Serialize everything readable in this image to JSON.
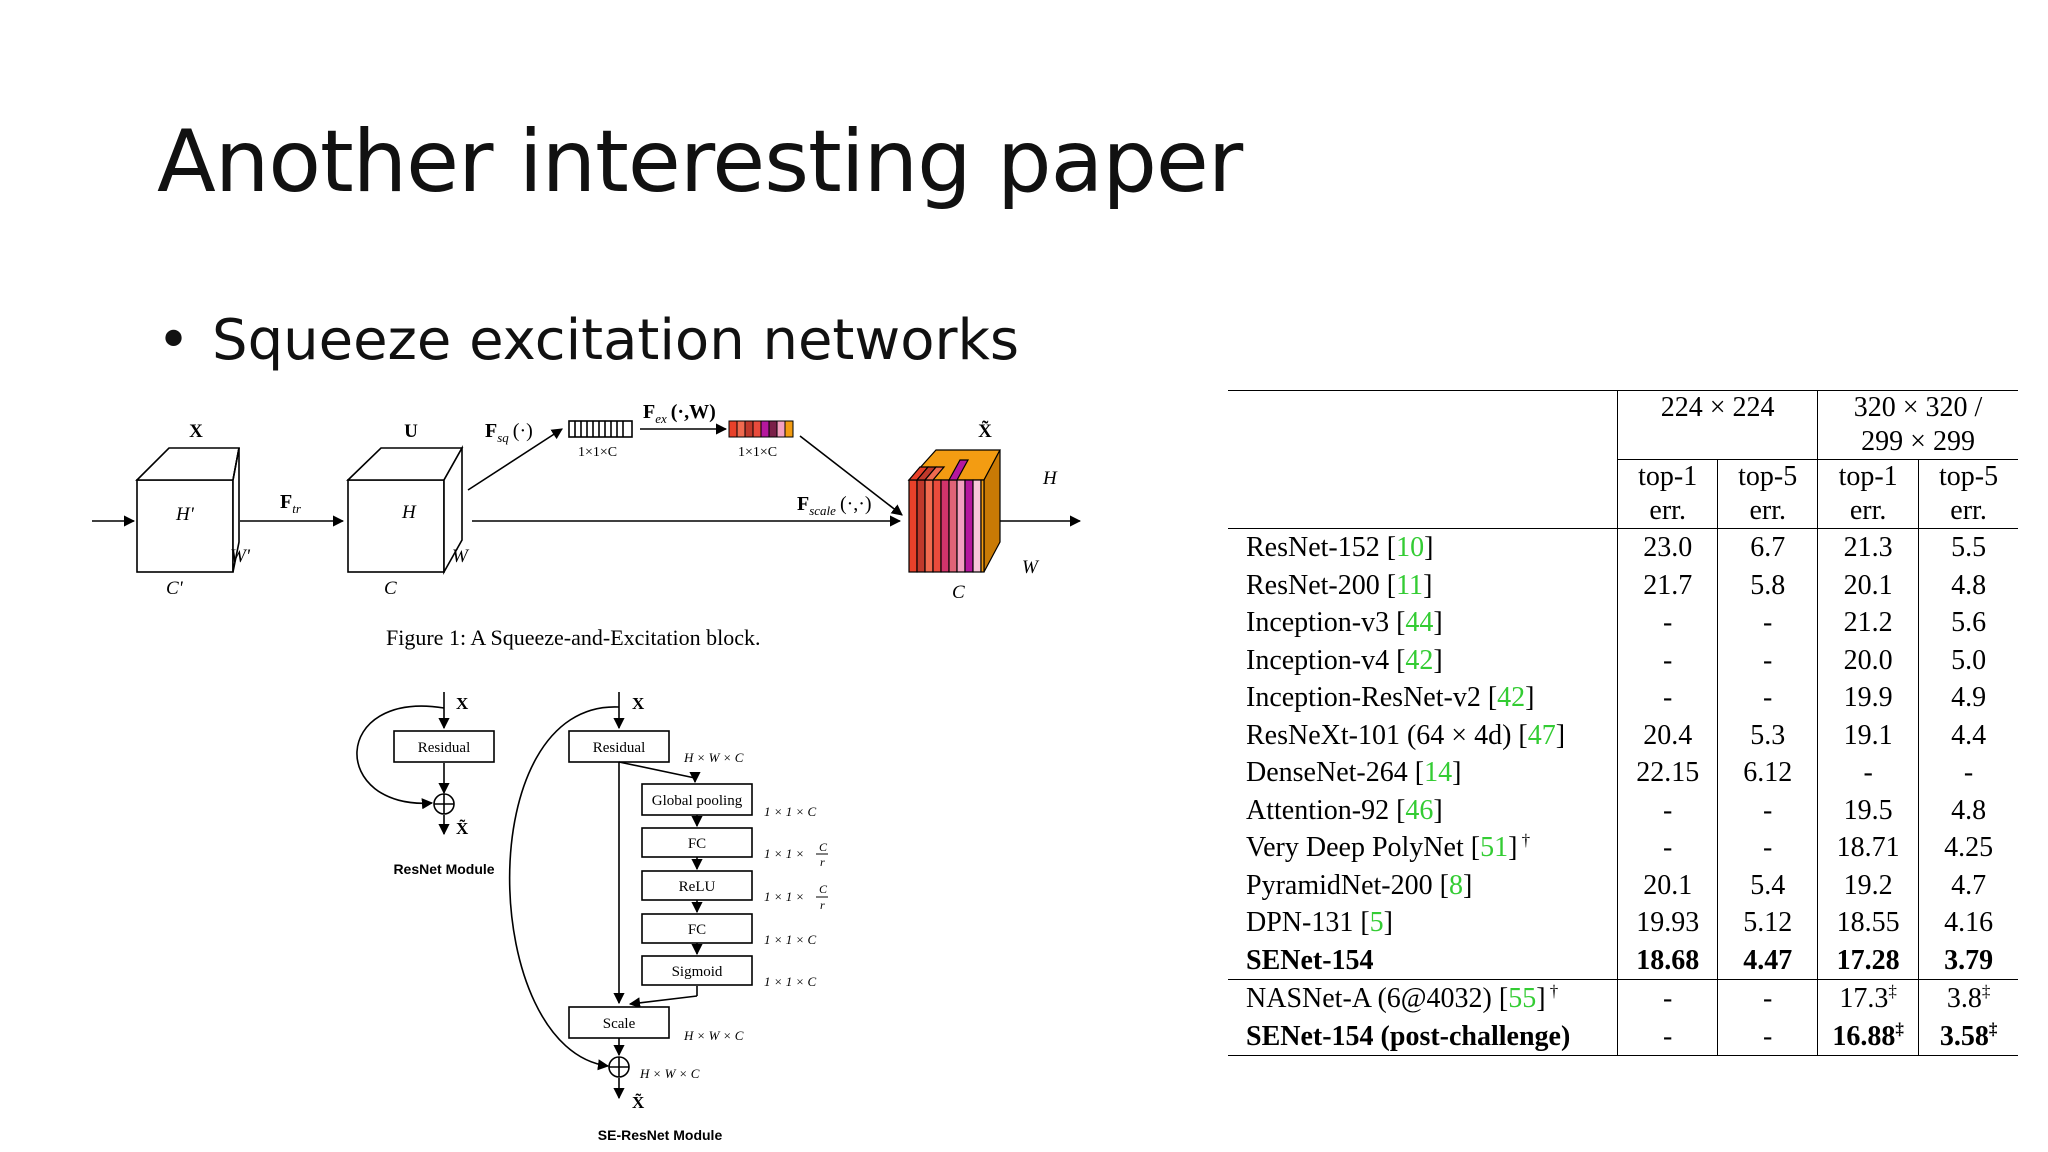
{
  "slide": {
    "title": "Another interesting paper",
    "bullet": "Squeeze excitation networks"
  },
  "se_block": {
    "caption": "Figure 1: A Squeeze-and-Excitation block.",
    "x_label": "X",
    "u_label": "U",
    "xt_label": "X̃",
    "f_tr": "F",
    "f_tr_sub": "tr",
    "f_sq": "F",
    "f_sq_sub": "sq",
    "f_sq_arg": "(·)",
    "f_ex": "F",
    "f_ex_sub": "ex",
    "f_ex_arg": "(·,W)",
    "f_scale": "F",
    "f_scale_sub": "scale",
    "f_scale_arg": "(·,·)",
    "dim_1x1c_a": "1×1×C",
    "dim_1x1c_b": "1×1×C",
    "h_prime": "H'",
    "w_prime": "W'",
    "c_prime": "C'",
    "h": "H",
    "w": "W",
    "c": "C",
    "h2": "H",
    "w2": "W",
    "c2": "C",
    "colors": [
      "#e8412a",
      "#c0392b",
      "#e94b3c",
      "#f06a4f",
      "#d1346b",
      "#e06377",
      "#b5179e",
      "#f4a0c0",
      "#7a2048",
      "#d4a5c0",
      "#e8b4d0",
      "#f39c12"
    ]
  },
  "resnet_module": {
    "x_in": "X",
    "residual": "Residual",
    "x_out": "X̃",
    "title": "ResNet Module"
  },
  "se_resnet_module": {
    "x_in": "X",
    "residual": "Residual",
    "residual_dim": "H × W × C",
    "global_pooling": "Global pooling",
    "gp_dim": "1 × 1 × C",
    "fc1": "FC",
    "fc1_dim": "1 × 1 ×",
    "relu": "ReLU",
    "relu_dim": "1 × 1 ×",
    "fc2": "FC",
    "fc2_dim": "1 × 1 × C",
    "sigmoid": "Sigmoid",
    "sigmoid_dim": "1 × 1 × C",
    "scale": "Scale",
    "scale_dim": "H × W × C",
    "sum_dim": "H × W × C",
    "frac_num": "C",
    "frac_den": "r",
    "x_out": "X̃",
    "title": "SE-ResNet Module"
  },
  "table": {
    "group1": "224 × 224",
    "group2_line1": "320 × 320 /",
    "group2_line2": "299 × 299",
    "col_line1": [
      "top-1",
      "top-5",
      "top-1",
      "top-5"
    ],
    "col_line2": [
      "err.",
      "err.",
      "err.",
      "err."
    ],
    "rows": [
      {
        "model": "ResNet-152 ",
        "ref": "10",
        "v": [
          "23.0",
          "6.7",
          "21.3",
          "5.5"
        ]
      },
      {
        "model": "ResNet-200 ",
        "ref": "11",
        "v": [
          "21.7",
          "5.8",
          "20.1",
          "4.8"
        ]
      },
      {
        "model": "Inception-v3 ",
        "ref": "44",
        "v": [
          "-",
          "-",
          "21.2",
          "5.6"
        ]
      },
      {
        "model": "Inception-v4 ",
        "ref": "42",
        "v": [
          "-",
          "-",
          "20.0",
          "5.0"
        ]
      },
      {
        "model": "Inception-ResNet-v2 ",
        "ref": "42",
        "v": [
          "-",
          "-",
          "19.9",
          "4.9"
        ]
      },
      {
        "model": "ResNeXt-101 (64 × 4d) ",
        "ref": "47",
        "v": [
          "20.4",
          "5.3",
          "19.1",
          "4.4"
        ]
      },
      {
        "model": "DenseNet-264 ",
        "ref": "14",
        "v": [
          "22.15",
          "6.12",
          "-",
          "-"
        ]
      },
      {
        "model": "Attention-92 ",
        "ref": "46",
        "v": [
          "-",
          "-",
          "19.5",
          "4.8"
        ]
      },
      {
        "model": "Very Deep PolyNet ",
        "ref": "51",
        "suffix": " †",
        "v": [
          "-",
          "-",
          "18.71",
          "4.25"
        ]
      },
      {
        "model": "PyramidNet-200 ",
        "ref": "8",
        "v": [
          "20.1",
          "5.4",
          "19.2",
          "4.7"
        ]
      },
      {
        "model": "DPN-131 ",
        "ref": "5",
        "v": [
          "19.93",
          "5.12",
          "18.55",
          "4.16"
        ]
      }
    ],
    "senet": {
      "model": "SENet-154",
      "v": [
        "18.68",
        "4.47",
        "17.28",
        "3.79"
      ]
    },
    "nasnet": {
      "model": "NASNet-A (6@4032) ",
      "ref": "55",
      "suffix": " †",
      "v": [
        "-",
        "-",
        "17.3",
        "3.8"
      ],
      "mark": "‡"
    },
    "senet_post": {
      "model": "SENet-154 (post-challenge)",
      "v": [
        "-",
        "-",
        "16.88",
        "3.58"
      ],
      "mark": "‡"
    }
  }
}
